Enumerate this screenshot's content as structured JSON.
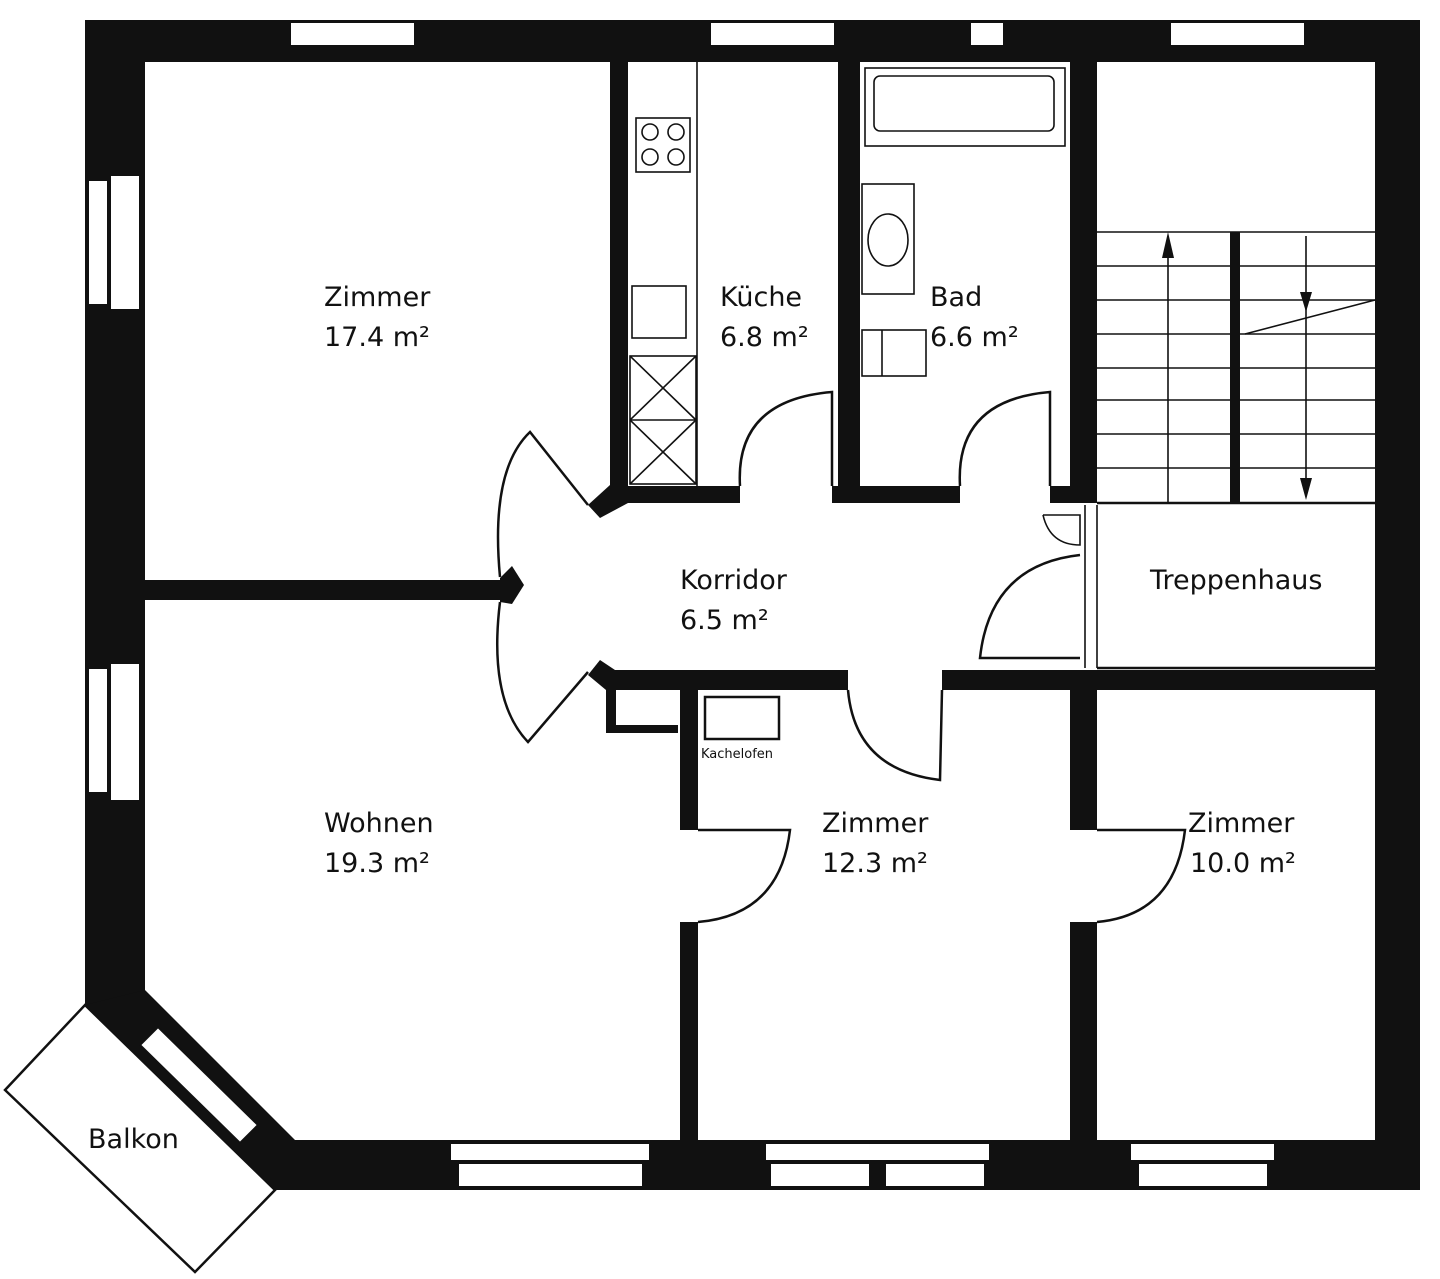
{
  "plan": {
    "rooms": [
      {
        "name": "Zimmer",
        "area": "17.4 m²"
      },
      {
        "name": "Küche",
        "area": "6.8 m²"
      },
      {
        "name": "Bad",
        "area": "6.6 m²"
      },
      {
        "name": "Treppenhaus"
      },
      {
        "name": "Korridor",
        "area": "6.5 m²"
      },
      {
        "name": "Wohnen",
        "area": "19.3 m²"
      },
      {
        "name": "Zimmer",
        "area": "12.3 m²"
      },
      {
        "name": "Zimmer",
        "area": "10.0 m²"
      },
      {
        "name": "Balkon"
      }
    ],
    "fixtures": {
      "stove": "Kachelofen"
    }
  }
}
